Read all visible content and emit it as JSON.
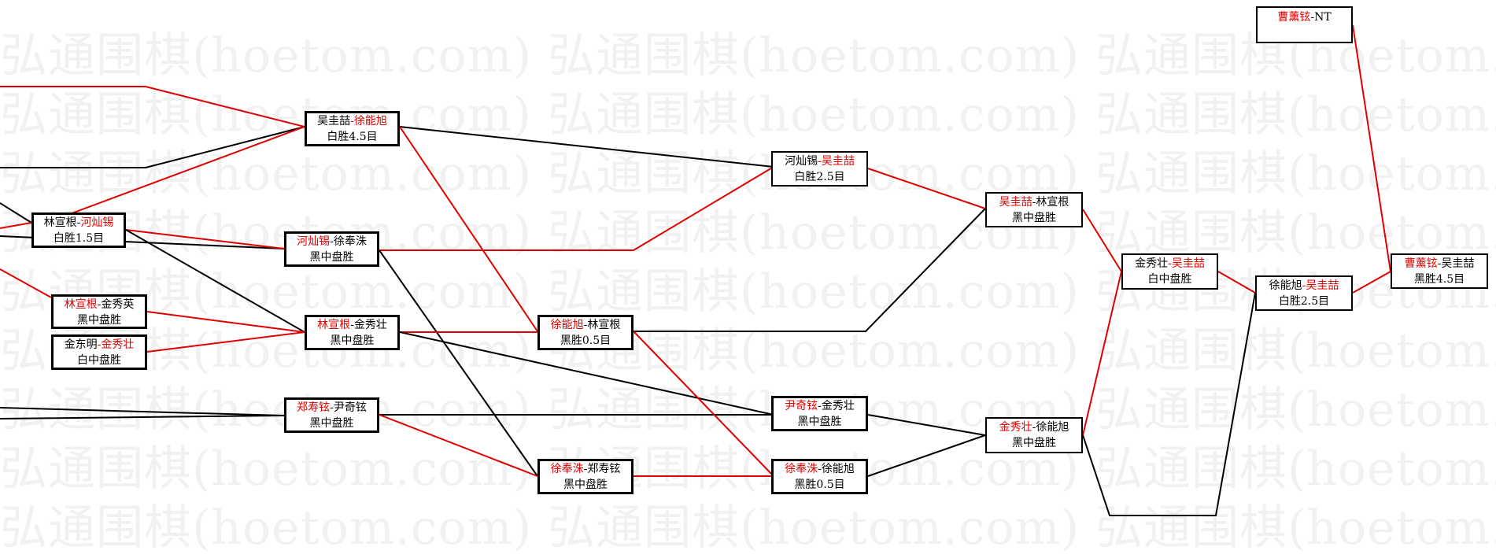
{
  "watermark": {
    "text": "弘通围棋(hoetom.com)"
  },
  "colors": {
    "winner": "#e00000",
    "loser": "#000000",
    "edge_red": "#e00000",
    "edge_black": "#000000"
  },
  "matches": [
    {
      "id": "m1",
      "p1": "吴圭喆",
      "sep": "-",
      "p2": "徐能旭",
      "winner": 2,
      "result": "白胜4.5目"
    },
    {
      "id": "m2",
      "p1": "林宣根",
      "sep": "-",
      "p2": "河灿锡",
      "winner": 2,
      "result": "白胜1.5目"
    },
    {
      "id": "m3",
      "p1": "河灿锡",
      "sep": "-",
      "p2": "徐奉洙",
      "winner": 1,
      "result": "黑中盘胜"
    },
    {
      "id": "m4",
      "p1": "林宣根",
      "sep": "-",
      "p2": "金秀英",
      "winner": 1,
      "result": "黑中盘胜"
    },
    {
      "id": "m5",
      "p1": "金东明",
      "sep": "-",
      "p2": "金秀壮",
      "winner": 2,
      "result": "白中盘胜"
    },
    {
      "id": "m6",
      "p1": "林宣根",
      "sep": "-",
      "p2": "金秀壮",
      "winner": 1,
      "result": "黑中盘胜"
    },
    {
      "id": "m7",
      "p1": "郑寿铉",
      "sep": "-",
      "p2": "尹奇铉",
      "winner": 1,
      "result": "黑中盘胜"
    },
    {
      "id": "m8",
      "p1": "徐能旭",
      "sep": "-",
      "p2": "林宣根",
      "winner": 1,
      "result": "黑胜0.5目"
    },
    {
      "id": "m9",
      "p1": "徐奉洙",
      "sep": "-",
      "p2": "郑寿铉",
      "winner": 1,
      "result": "黑中盘胜"
    },
    {
      "id": "m10",
      "p1": "河灿锡",
      "sep": "-",
      "p2": "吴圭喆",
      "winner": 2,
      "result": "白胜2.5目"
    },
    {
      "id": "m11",
      "p1": "尹奇铉",
      "sep": "-",
      "p2": "金秀壮",
      "winner": 1,
      "result": "黑中盘胜"
    },
    {
      "id": "m12",
      "p1": "徐奉洙",
      "sep": "-",
      "p2": "徐能旭",
      "winner": 1,
      "result": "黑胜0.5目"
    },
    {
      "id": "m13",
      "p1": "吴圭喆",
      "sep": "-",
      "p2": "林宣根",
      "winner": 1,
      "result": "黑中盘胜"
    },
    {
      "id": "m14",
      "p1": "金秀壮",
      "sep": "-",
      "p2": "徐能旭",
      "winner": 1,
      "result": "黑中盘胜"
    },
    {
      "id": "m15",
      "p1": "金秀壮",
      "sep": "-",
      "p2": "吴圭喆",
      "winner": 2,
      "result": "白中盘胜"
    },
    {
      "id": "m16",
      "p1": "徐能旭",
      "sep": "-",
      "p2": "吴圭喆",
      "winner": 2,
      "result": "白胜2.5目"
    },
    {
      "id": "m17",
      "p1": "曹薰铉",
      "sep": "-",
      "p2": "NT",
      "winner": 1,
      "result": ""
    },
    {
      "id": "m18",
      "p1": "曹薰铉",
      "sep": "-",
      "p2": "吴圭喆",
      "winner": 1,
      "result": "黑胜4.5目"
    }
  ]
}
